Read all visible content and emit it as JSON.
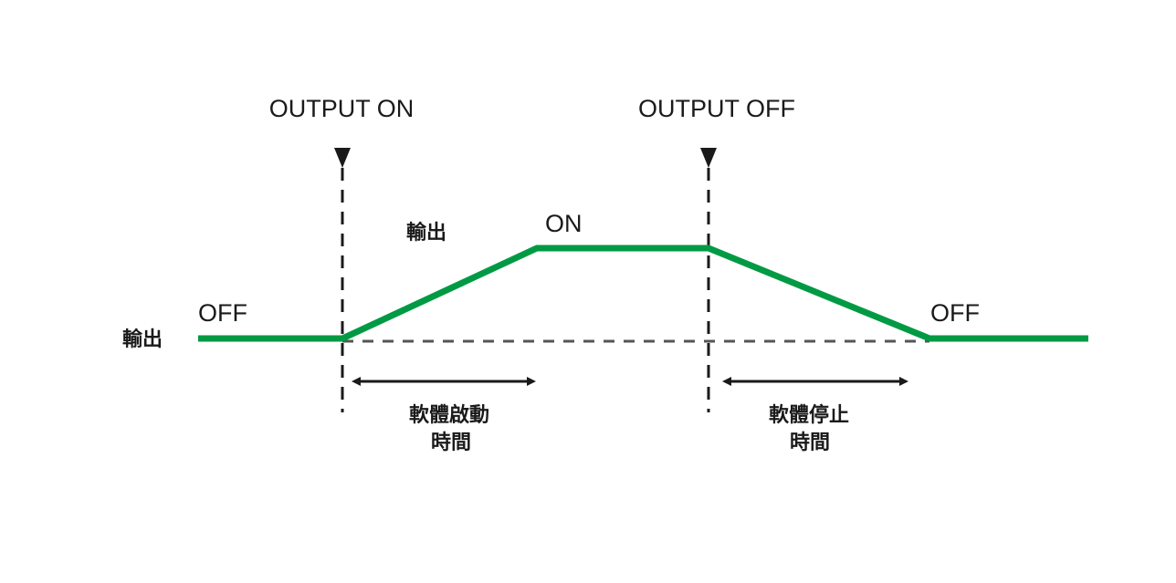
{
  "labels": {
    "output_on": "OUTPUT ON",
    "output_off": "OUTPUT OFF",
    "output_axis": "輸出",
    "output_ramp": "輸出",
    "state_off_left": "OFF",
    "state_on": "ON",
    "state_off_right": "OFF",
    "soft_start_line1": "軟體啟動",
    "soft_start_line2": "時間",
    "soft_stop_line1": "軟體停止",
    "soft_stop_line2": "時間"
  },
  "colors": {
    "signal": "#009a44",
    "marker": "#1a1a1a",
    "baseline": "#555555"
  }
}
